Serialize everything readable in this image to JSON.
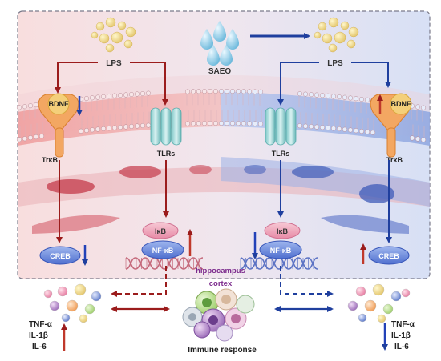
{
  "colors": {
    "left_bg": "#f6d6d6",
    "right_bg": "#d9e1f5",
    "dark_red": "#9b1c1c",
    "dark_blue": "#1f3f9e",
    "membrane_left": "#e8a3a3",
    "membrane_right": "#a6b9e6",
    "text_purple": "#7b2a8c"
  },
  "labels": {
    "lps_left": "LPS",
    "lps_right": "LPS",
    "saeo": "SAEO",
    "bdnf_left": "BDNF",
    "bdnf_right": "BDNF",
    "trkb_left": "TrκB",
    "trkb_right": "TrκB",
    "tlrs_left": "TLRs",
    "tlrs_right": "TLRs",
    "creb_left": "CREB",
    "creb_right": "CREB",
    "ikb_left": "IκB",
    "ikb_right": "IκB",
    "nfkb_left": "NF-κB",
    "nfkb_right": "NF-κB",
    "hippocampus": "hippocampus",
    "cortex": "cortex",
    "immune": "Immune response",
    "cyto_left": [
      "TNF-α",
      "IL-1β",
      "IL-6"
    ],
    "cyto_right": [
      "TNF-α",
      "IL-1β",
      "IL-6"
    ]
  }
}
